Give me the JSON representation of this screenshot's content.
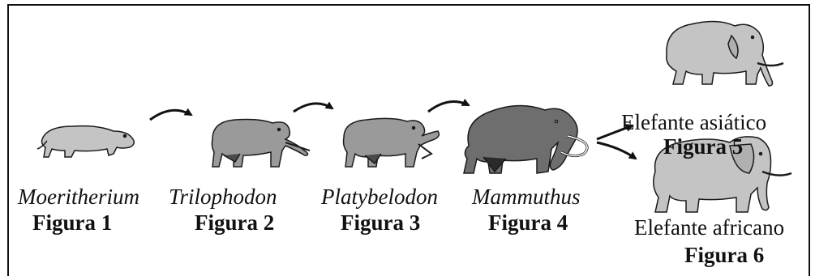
{
  "figures": [
    {
      "name": "Moeritherium",
      "label": "Figura 1"
    },
    {
      "name": "Trilophodon",
      "label": "Figura 2"
    },
    {
      "name": "Platybelodon",
      "label": "Figura 3"
    },
    {
      "name": "Mammuthus",
      "label": "Figura 4"
    },
    {
      "name": "Elefante asiático",
      "label": "Figura 5"
    },
    {
      "name": "Elefante africano",
      "label": "Figura 6"
    }
  ],
  "colors": {
    "light_body": "#c4c4c4",
    "mid_body": "#9a9a9a",
    "dark_body": "#6e6e6e",
    "outline": "#1a1a1a"
  }
}
